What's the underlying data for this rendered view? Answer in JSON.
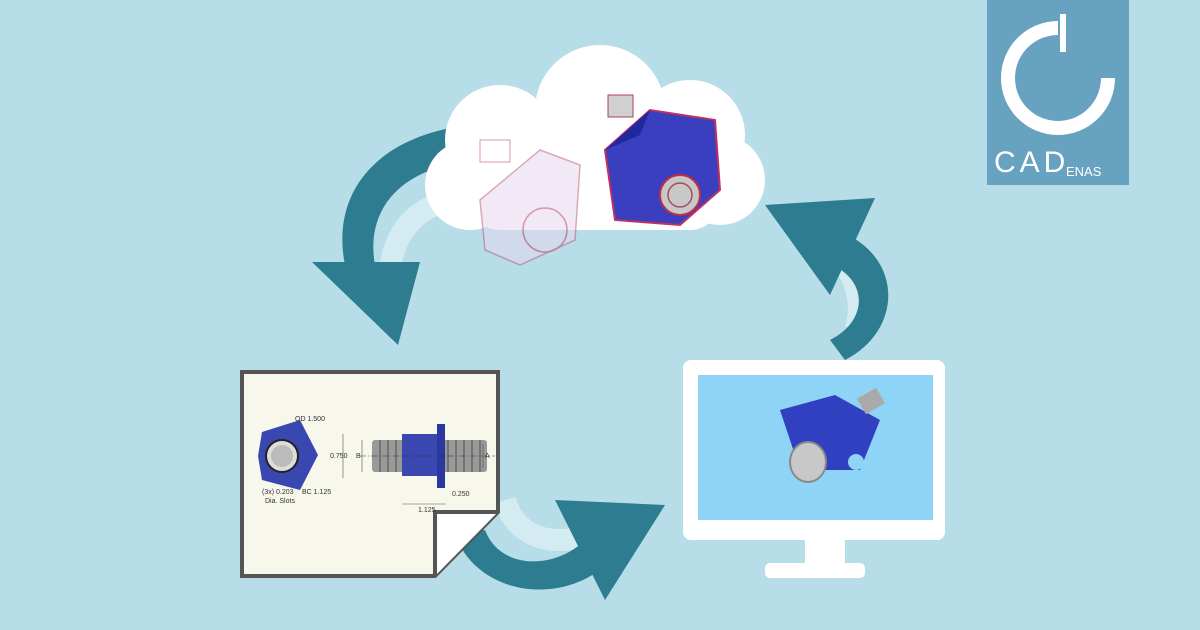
{
  "colors": {
    "background": "#b7dde8",
    "arrow": "#2e7c90",
    "arrow_shadow": "#d6ecf2",
    "cloud": "#ffffff",
    "part_blue": "#3040b0",
    "paper": "#f7f7ec",
    "paper_border": "#555555",
    "monitor_screen": "#8ed4f6",
    "logo_bg": "#67a3c1"
  },
  "logo": {
    "text_main": "CAD",
    "text_sub": "ENAS"
  },
  "drawing": {
    "od_label": "OD 1.500",
    "slots_label_1": "(3x) 0.203",
    "slots_label_2": "Dia. Slots",
    "bc_label": "BC 1.125",
    "dim_height": "0.750",
    "dim_b": "B",
    "dim_a": "A",
    "dim_flange": "0.250",
    "dim_length": "1.125"
  },
  "icons": [
    "cloud-icon",
    "cycle-arrow-icon",
    "drawing-sheet-icon",
    "monitor-icon",
    "cad-part-icon"
  ]
}
